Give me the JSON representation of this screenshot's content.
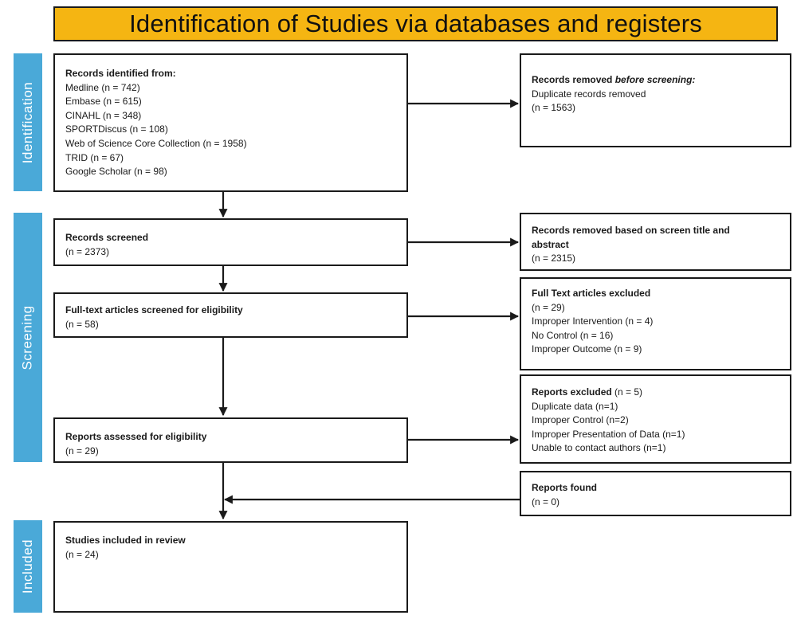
{
  "title": "Identification of Studies via databases and registers",
  "stages": {
    "identification": "Identification",
    "screening": "Screening",
    "included": "Included"
  },
  "records_identified": {
    "heading": "Records identified from:",
    "sources": [
      "Medline (n = 742)",
      "Embase (n = 615)",
      "CINAHL (n = 348)",
      "SPORTDiscus (n = 108)",
      "Web of Science Core Collection (n = 1958)",
      "TRID (n = 67)",
      "Google Scholar (n = 98)"
    ]
  },
  "removed_before_screening": {
    "heading_plain": "Records removed ",
    "heading_italic": "before screening:",
    "line1": "Duplicate records removed",
    "line2": "(n = 1563)"
  },
  "records_screened": {
    "heading": "Records screened",
    "count": "(n = 2373)"
  },
  "removed_title_abstract": {
    "heading_line1": "Records removed based on screen title and",
    "heading_line2": "abstract",
    "count": "(n = 2315)"
  },
  "fulltext_screened": {
    "heading": "Full-text articles screened for eligibility",
    "count": "(n = 58)"
  },
  "fulltext_excluded": {
    "heading": "Full Text articles excluded",
    "lines": [
      "(n = 29)",
      "Improper Intervention (n = 4)",
      "No Control (n = 16)",
      "Improper Outcome (n = 9)"
    ]
  },
  "reports_assessed": {
    "heading": "Reports assessed for eligibility",
    "count": "(n = 29)"
  },
  "reports_excluded": {
    "heading": "Reports excluded",
    "heading_suffix": " (n = 5)",
    "lines": [
      "Duplicate data (n=1)",
      "Improper Control (n=2)",
      "Improper Presentation of Data (n=1)",
      "Unable to contact authors (n=1)"
    ]
  },
  "reports_found": {
    "heading": "Reports found",
    "count": "(n = 0)"
  },
  "studies_included": {
    "heading": "Studies included in review",
    "count": "(n = 24)"
  },
  "colors": {
    "title_bg": "#f5b512",
    "stage_bg": "#4aa9d8",
    "stroke": "#1a1a1a"
  }
}
